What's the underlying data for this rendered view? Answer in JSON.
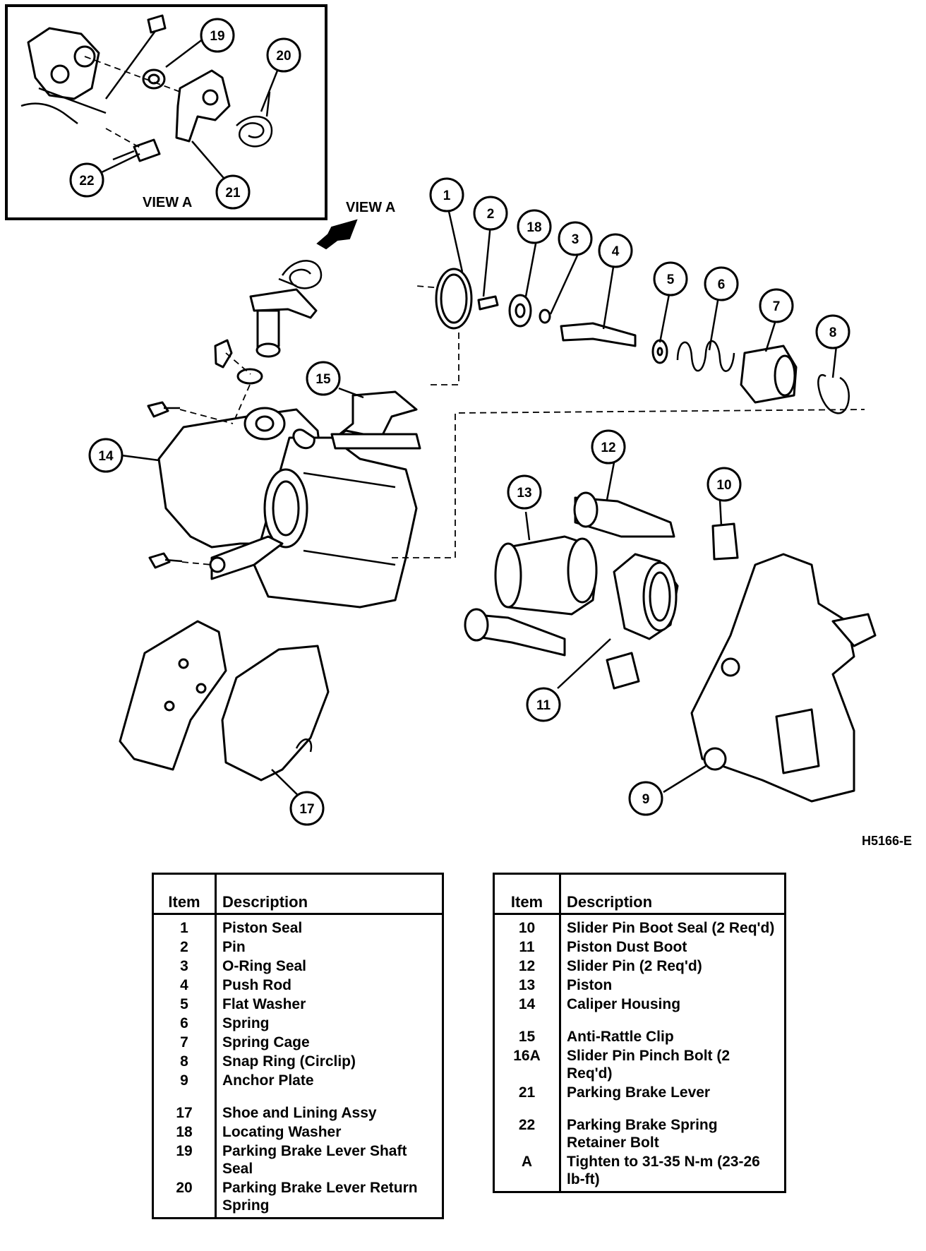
{
  "view_a_inset": {
    "label": "VIEW A",
    "callouts": [
      "19",
      "20",
      "21",
      "22"
    ]
  },
  "view_a_pointer": {
    "label": "VIEW A"
  },
  "figure_code": "H5166-E",
  "callouts": {
    "c1": "1",
    "c2": "2",
    "c3": "3",
    "c4": "4",
    "c5": "5",
    "c6": "6",
    "c7": "7",
    "c8": "8",
    "c9": "9",
    "c10": "10",
    "c11": "11",
    "c12": "12",
    "c13": "13",
    "c14": "14",
    "c15": "15",
    "c17": "17",
    "c18": "18"
  },
  "legend_left": {
    "header_item": "Item",
    "header_description": "Description",
    "rows": [
      {
        "item": "1",
        "description": "Piston Seal"
      },
      {
        "item": "2",
        "description": "Pin"
      },
      {
        "item": "3",
        "description": "O-Ring Seal"
      },
      {
        "item": "4",
        "description": "Push Rod"
      },
      {
        "item": "5",
        "description": "Flat Washer"
      },
      {
        "item": "6",
        "description": "Spring"
      },
      {
        "item": "7",
        "description": "Spring Cage"
      },
      {
        "item": "8",
        "description": "Snap Ring (Circlip)"
      },
      {
        "item": "9",
        "description": "Anchor Plate"
      },
      {
        "item": "17",
        "description": "Shoe and Lining Assy"
      },
      {
        "item": "18",
        "description": "Locating Washer"
      },
      {
        "item": "19",
        "description": "Parking Brake Lever Shaft Seal"
      },
      {
        "item": "20",
        "description": "Parking Brake Lever Return Spring"
      }
    ]
  },
  "legend_right": {
    "header_item": "Item",
    "header_description": "Description",
    "rows": [
      {
        "item": "10",
        "description": "Slider Pin Boot Seal (2 Req'd)"
      },
      {
        "item": "11",
        "description": "Piston Dust Boot"
      },
      {
        "item": "12",
        "description": "Slider Pin (2 Req'd)"
      },
      {
        "item": "13",
        "description": "Piston"
      },
      {
        "item": "14",
        "description": "Caliper Housing"
      },
      {
        "item": "15",
        "description": "Anti-Rattle Clip"
      },
      {
        "item": "16A",
        "description": "Slider Pin Pinch Bolt (2 Req'd)"
      },
      {
        "item": "21",
        "description": "Parking Brake Lever"
      },
      {
        "item": "22",
        "description": "Parking Brake Spring Retainer Bolt"
      },
      {
        "item": "A",
        "description": "Tighten to 31-35 N-m (23-26 lb-ft)"
      }
    ]
  }
}
